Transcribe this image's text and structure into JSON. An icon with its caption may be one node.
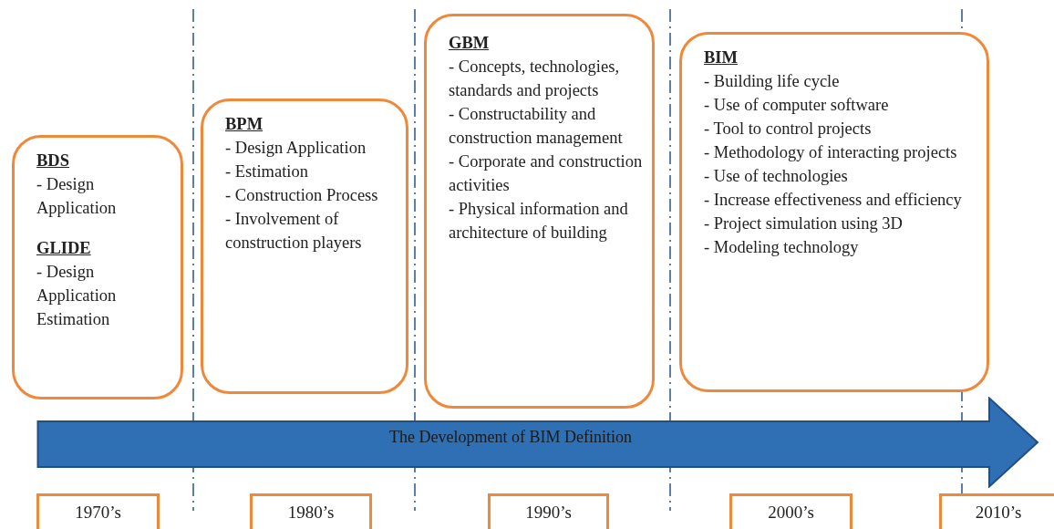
{
  "diagram": {
    "nodes": [
      {
        "text": [
          "BDS",
          "- Design Application",
          "GLIDE",
          "- Design Application Estimation"
        ]
      },
      {
        "text": [
          "BPM",
          "- Design Application",
          "- Estimation",
          "- Construction Process",
          "- Involvement of construction players"
        ]
      },
      {
        "text": [
          "GBM",
          "- Concepts, technologies, standards and projects",
          "- Constructability and construction management",
          "- Corporate and construction activities",
          "- Physical information and architecture of building"
        ]
      },
      {
        "text": [
          "BIM",
          "- Building life cycle",
          "- Use of computer software",
          "- Tool to control projects",
          "- Methodology of interacting projects",
          "- Use of technologies",
          "- Increase effectiveness and efficiency",
          "- Project simulation using 3D",
          "- Modeling technology"
        ]
      },
      {
        "text": [
          "The Development of BIM Definition"
        ]
      },
      {
        "text": [
          "1970’s"
        ]
      },
      {
        "text": [
          "1980’s"
        ]
      },
      {
        "text": [
          "1990’s"
        ]
      },
      {
        "text": [
          "2000’s"
        ]
      },
      {
        "text": [
          "2010’s"
        ]
      }
    ],
    "edges": []
  }
}
